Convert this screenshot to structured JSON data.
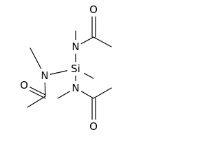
{
  "molecule": {
    "atoms": {
      "si": "Si",
      "n_top": "N",
      "n_left": "N",
      "n_bottom": "N",
      "o_top": "O",
      "o_left": "O",
      "o_bottom": "O"
    }
  }
}
